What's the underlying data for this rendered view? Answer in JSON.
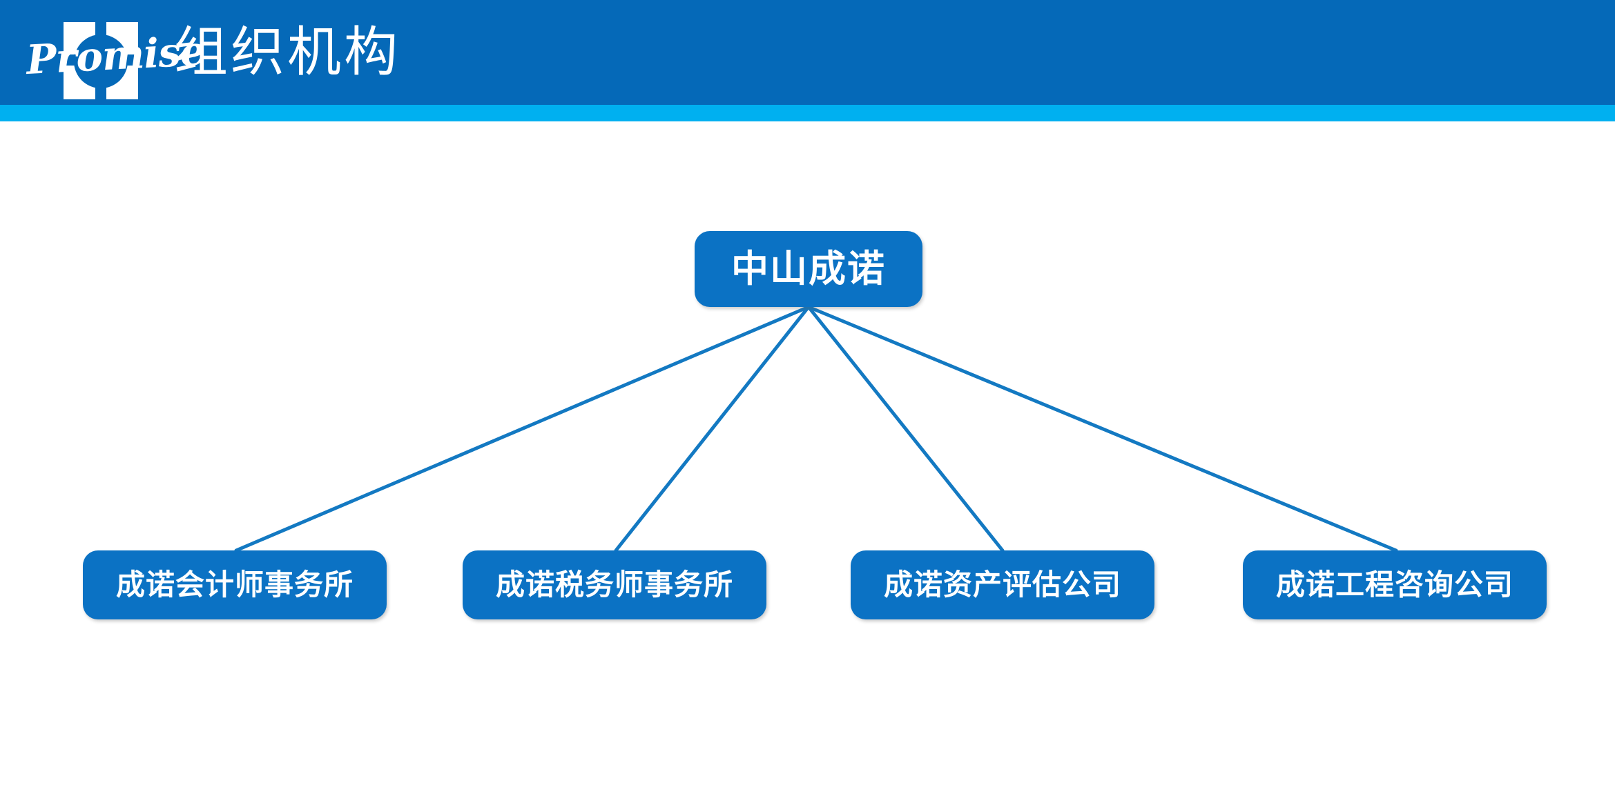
{
  "header": {
    "title": "组织机构",
    "logo_wordmark": "Promise",
    "band_color": "#0569b8",
    "accent_color": "#00b0f0",
    "text_color": "#ffffff"
  },
  "chart_data": {
    "type": "diagram",
    "title": "组织机构",
    "node_color": "#0b72c4",
    "connector_color": "#1379c2",
    "root": {
      "id": "root",
      "label": "中山成诺"
    },
    "children": [
      {
        "id": "child-0",
        "label": "成诺会计师事务所"
      },
      {
        "id": "child-1",
        "label": "成诺税务师事务所"
      },
      {
        "id": "child-2",
        "label": "成诺资产评估公司"
      },
      {
        "id": "child-3",
        "label": "成诺工程咨询公司"
      }
    ],
    "edges": [
      {
        "from": "root",
        "to": "child-0"
      },
      {
        "from": "root",
        "to": "child-1"
      },
      {
        "from": "root",
        "to": "child-2"
      },
      {
        "from": "root",
        "to": "child-3"
      }
    ]
  }
}
